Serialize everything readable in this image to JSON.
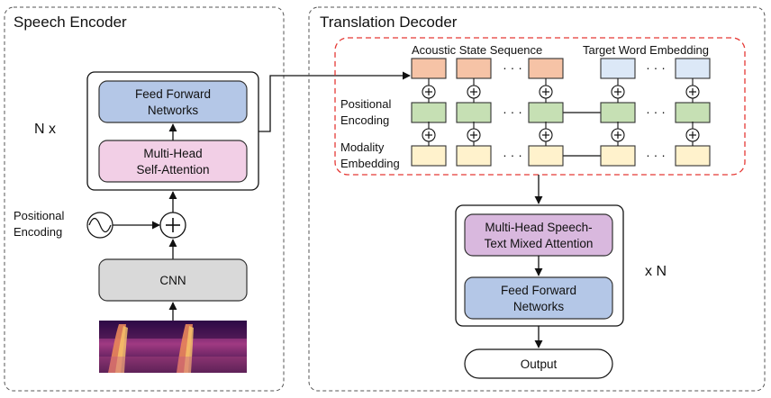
{
  "encoder": {
    "title": "Speech Encoder",
    "repeat_label": "N x",
    "ffn": [
      "Feed Forward",
      "Networks"
    ],
    "attention": [
      "Multi-Head",
      "Self-Attention"
    ],
    "positional": [
      "Positional",
      "Encoding"
    ],
    "cnn": "CNN"
  },
  "decoder": {
    "title": "Translation Decoder",
    "header_acoustic": "Acoustic  State Sequence",
    "header_target": "Target Word Embedding",
    "row_positional": [
      "Positional",
      "Encoding"
    ],
    "row_modality": [
      "Modality",
      "Embedding"
    ],
    "ellipsis": "· · ·",
    "mixed_attention": [
      "Multi-Head Speech-",
      "Text Mixed Attention"
    ],
    "ffn": [
      "Feed Forward",
      "Networks"
    ],
    "repeat_label": "x N",
    "output": "Output"
  },
  "colors": {
    "acoustic": "#f6c3a6",
    "target": "#dce8f7",
    "positional": "#c6e0b4",
    "modality": "#fff2cc",
    "ffn": "#b4c7e7",
    "self_attention": "#f2cfe6",
    "mixed_attention": "#d9b8de",
    "cnn": "#d9d9d9",
    "dashed_red": "#e53935"
  }
}
